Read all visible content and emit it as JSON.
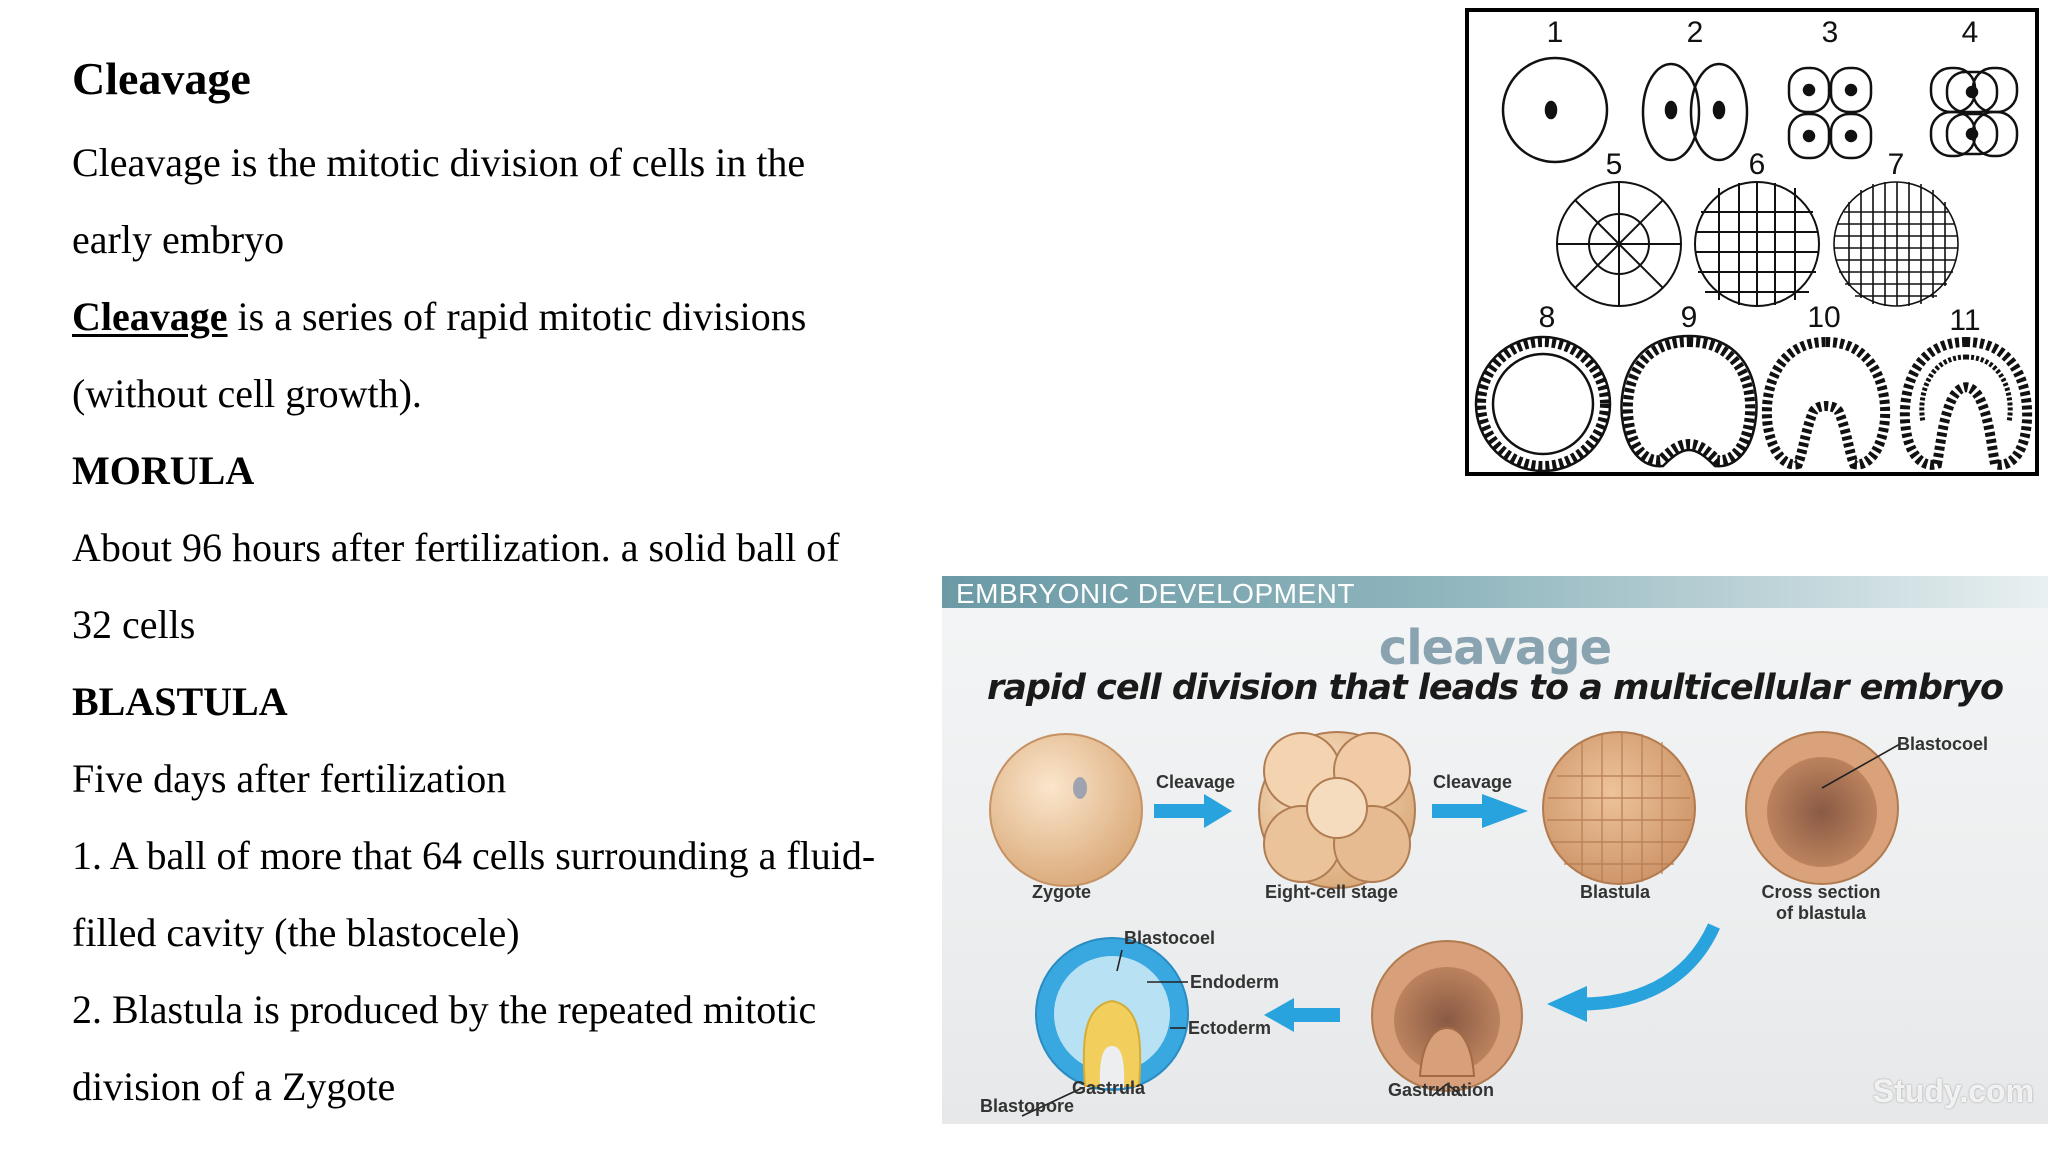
{
  "slide": {
    "title": "Cleavage",
    "lines": [
      " Cleavage is the mitotic division of cells in the",
      "early embryo",
      "is a series of rapid mitotic divisions",
      "(without cell growth).",
      "MORULA",
      "About 96 hours after fertilization. a solid ball of",
      "32 cells",
      "BLASTULA",
      "Five days after fertilization",
      "1. A ball of more that 64 cells surrounding a fluid-",
      "filled cavity (the blastocele)",
      "2. Blastula is produced by the repeated mitotic",
      "division of a Zygote"
    ],
    "underlined_term": "Cleavage"
  },
  "figure1": {
    "stage_numbers": [
      "1",
      "2",
      "3",
      "4",
      "5",
      "6",
      "7",
      "8",
      "9",
      "10",
      "11"
    ]
  },
  "figure2": {
    "banner": "EMBRYONIC DEVELOPMENT",
    "title": "cleavage",
    "subtitle": "rapid cell division that leads to a multicellular embryo",
    "labels": {
      "cleavage_1": "Cleavage",
      "cleavage_2": "Cleavage",
      "zygote": "Zygote",
      "eight_cell": "Eight-cell stage",
      "blastula": "Blastula",
      "cross_section_1": "Cross section",
      "cross_section_2": "of blastula",
      "blastocoel_top": "Blastocoel",
      "blastocoel_bottom": "Blastocoel",
      "endoderm": "Endoderm",
      "ectoderm": "Ectoderm",
      "gastrula": "Gastrula",
      "blastopore": "Blastopore",
      "gastrulation": "Gastrulation"
    },
    "watermark": "Study.com",
    "colors": {
      "arrow": "#29a3dd",
      "cell": "#e8c39c",
      "ectoderm": "#3aa8e0",
      "endoderm": "#f2cf5c"
    }
  }
}
